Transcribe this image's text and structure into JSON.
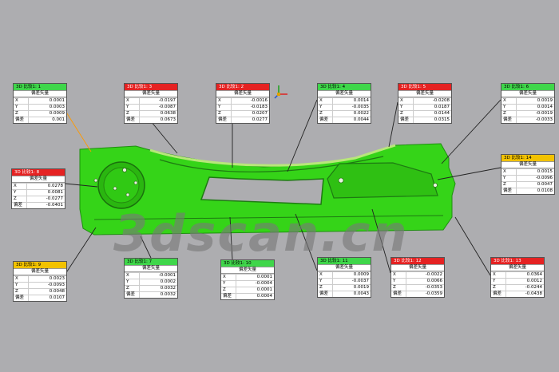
{
  "watermark": "3dscan.cn",
  "colors": {
    "background": "#adadb0",
    "part": "#35d418",
    "header_green": "#3fd64a",
    "header_red": "#e52222",
    "header_yellow": "#f2c200"
  },
  "labels": [
    {
      "title": "3D 比较1: 1",
      "status": "green",
      "subtitle": "偏差矢量",
      "x": "0.0001",
      "y": "0.0003",
      "z": "0.0009",
      "dev_label": "偏差",
      "dev": "0.001"
    },
    {
      "title": "3D 比较1: 3",
      "status": "red",
      "subtitle": "偏差矢量",
      "x": "-0.0197",
      "y": "-0.0087",
      "z": "0.0638",
      "dev_label": "偏差",
      "dev": "0.0673"
    },
    {
      "title": "3D 比较1: 2",
      "status": "red",
      "subtitle": "偏差矢量",
      "x": "-0.0016",
      "y": "-0.0183",
      "z": "0.0207",
      "dev_label": "偏差",
      "dev": "0.0277"
    },
    {
      "title": "3D 比较1: 4",
      "status": "green",
      "subtitle": "偏差矢量",
      "x": "0.0014",
      "y": "-0.0035",
      "z": "0.0022",
      "dev_label": "偏差",
      "dev": "0.0044"
    },
    {
      "title": "3D 比较1: 5",
      "status": "red",
      "subtitle": "偏差矢量",
      "x": "-0.0208",
      "y": "0.0187",
      "z": "0.0144",
      "dev_label": "偏差",
      "dev": "0.0315"
    },
    {
      "title": "3D 比较1: 6",
      "status": "green",
      "subtitle": "偏差矢量",
      "x": "0.0019",
      "y": "0.0014",
      "z": "-0.0019",
      "dev_label": "偏差",
      "dev": "-0.0033"
    },
    {
      "title": "3D 比较1: 8",
      "status": "red",
      "subtitle": "偏差矢量",
      "x": "0.0278",
      "y": "0.0081",
      "z": "-0.0277",
      "dev_label": "偏差",
      "dev": "-0.0401"
    },
    {
      "title": "3D 比较1: 14",
      "status": "yellow",
      "subtitle": "偏差矢量",
      "x": "0.0015",
      "y": "-0.0096",
      "z": "0.0047",
      "dev_label": "偏差",
      "dev": "0.0108"
    },
    {
      "title": "3D 比较1: 9",
      "status": "yellow",
      "subtitle": "偏差矢量",
      "x": "0.0023",
      "y": "-0.0093",
      "z": "0.0048",
      "dev_label": "偏差",
      "dev": "0.0107"
    },
    {
      "title": "3D 比较1: 7",
      "status": "green",
      "subtitle": "偏差矢量",
      "x": "-0.0001",
      "y": "0.0002",
      "z": "0.0032",
      "dev_label": "偏差",
      "dev": "0.0032"
    },
    {
      "title": "3D 比较1: 10",
      "status": "green",
      "subtitle": "偏差矢量",
      "x": "0.0001",
      "y": "-0.0004",
      "z": "0.0001",
      "dev_label": "偏差",
      "dev": "0.0004"
    },
    {
      "title": "3D 比较1: 11",
      "status": "green",
      "subtitle": "偏差矢量",
      "x": "0.0009",
      "y": "-0.0037",
      "z": "0.0019",
      "dev_label": "偏差",
      "dev": "0.0043"
    },
    {
      "title": "3D 比较1: 12",
      "status": "red",
      "subtitle": "偏差矢量",
      "x": "-0.0022",
      "y": "0.0066",
      "z": "-0.0353",
      "dev_label": "偏差",
      "dev": "-0.0359"
    },
    {
      "title": "3D 比较1: 13",
      "status": "red",
      "subtitle": "偏差矢量",
      "x": "0.0364",
      "y": "0.0012",
      "z": "-0.0244",
      "dev_label": "偏差",
      "dev": "-0.0438"
    }
  ]
}
